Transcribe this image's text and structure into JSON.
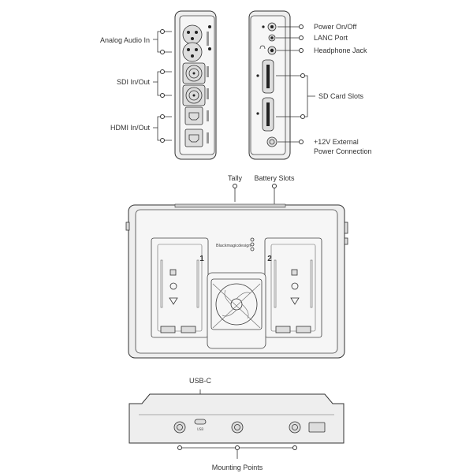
{
  "labels": {
    "analog_audio_in": "Analog Audio In",
    "sdi_in_out": "SDI In/Out",
    "hdmi_in_out": "HDMI In/Out",
    "power_on_off": "Power On/Off",
    "lanc_port": "LANC Port",
    "headphone_jack": "Headphone Jack",
    "sd_card_slots": "SD Card Slots",
    "ext_power_line1": "+12V External",
    "ext_power_line2": "Power Connection",
    "tally": "Tally",
    "battery_slots": "Battery Slots",
    "usb_c": "USB-C",
    "mounting_points": "Mounting Points"
  },
  "device": {
    "brand": "Blackmagicdesign",
    "battery_slot_1": "1",
    "battery_slot_2": "2",
    "usb_marking": "USB"
  },
  "colors": {
    "line": "#333333",
    "body_fill": "#eeeeee",
    "panel_fill": "#f4f4f4",
    "port_fill": "#dddddd"
  }
}
